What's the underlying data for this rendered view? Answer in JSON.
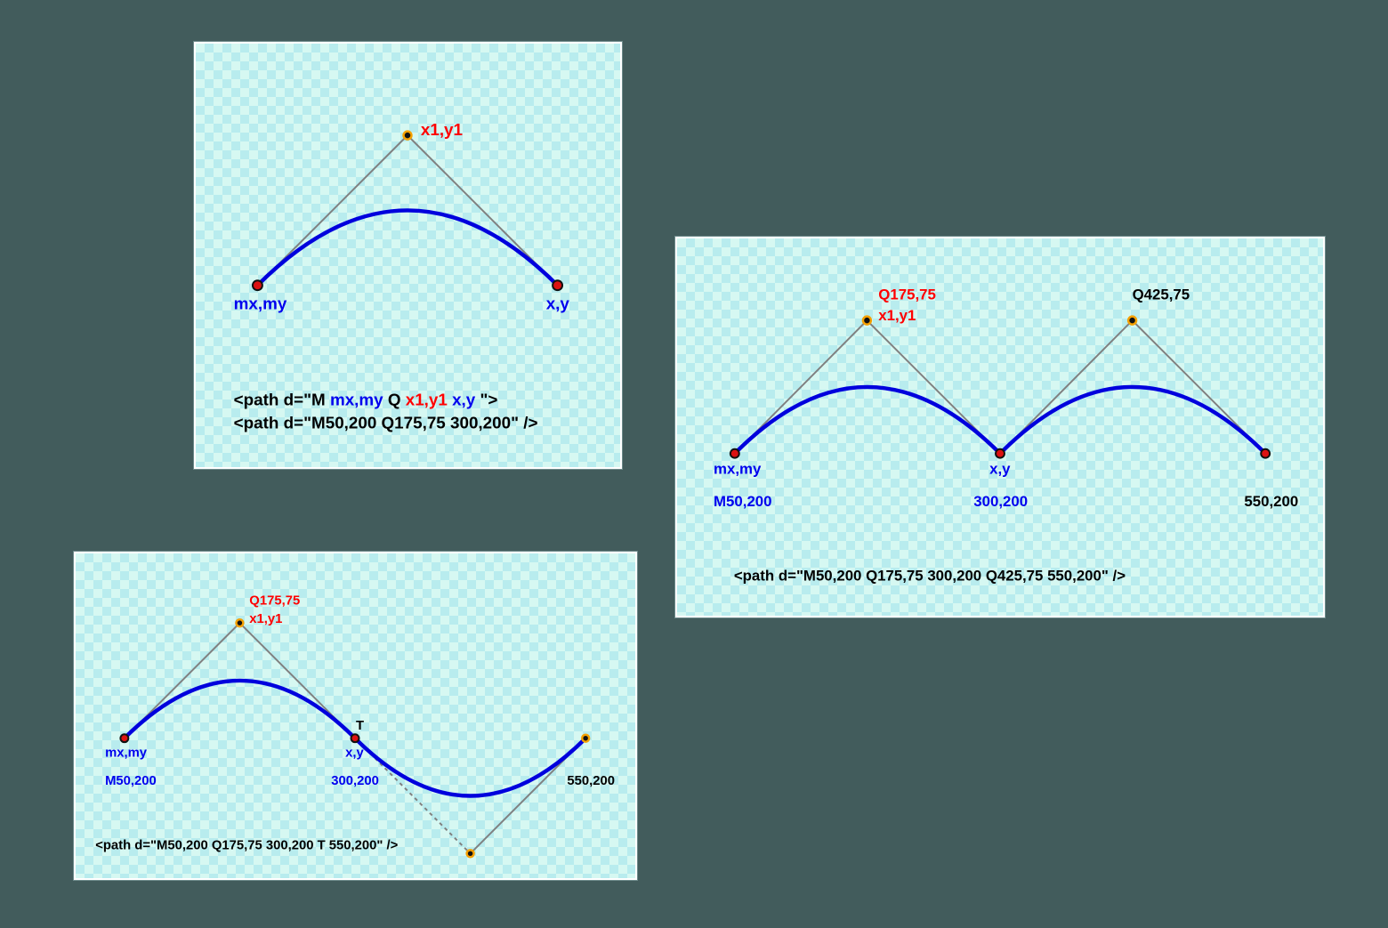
{
  "panel1": {
    "labels": {
      "control": "x1,y1",
      "start": "mx,my",
      "end": "x,y"
    },
    "syntax": {
      "prefix": "<path d=\"M ",
      "start": "mx,my",
      "q": " Q ",
      "control": "x1,y1",
      "space": " ",
      "end": "x,y",
      "suffix": " \">"
    },
    "example": "<path d=\"M50,200 Q175,75 300,200\" />"
  },
  "panel2": {
    "labels": {
      "control1_cmd": "Q175,75",
      "control1_name": "x1,y1",
      "control2_cmd": "Q425,75",
      "start_name": "mx,my",
      "mid_name": "x,y",
      "start_coords": "M50,200",
      "mid_coords": "300,200",
      "end_coords": "550,200"
    },
    "example": "<path d=\"M50,200 Q175,75 300,200 Q425,75 550,200\" />"
  },
  "panel3": {
    "labels": {
      "control_cmd": "Q175,75",
      "control_name": "x1,y1",
      "t_label": "T",
      "start_name": "mx,my",
      "mid_name": "x,y",
      "start_coords": "M50,200",
      "mid_coords": "300,200",
      "end_coords": "550,200"
    },
    "example": "<path d=\"M50,200 Q175,75 300,200 T 550,200\" />"
  },
  "colors": {
    "background": "#425c5c",
    "curve": "#0000dd",
    "guide": "#808080",
    "endpoint": "#dd1111",
    "control_point_outline": "#f5a000",
    "blue_text": "#0000ee",
    "red_text": "#ff0000"
  }
}
